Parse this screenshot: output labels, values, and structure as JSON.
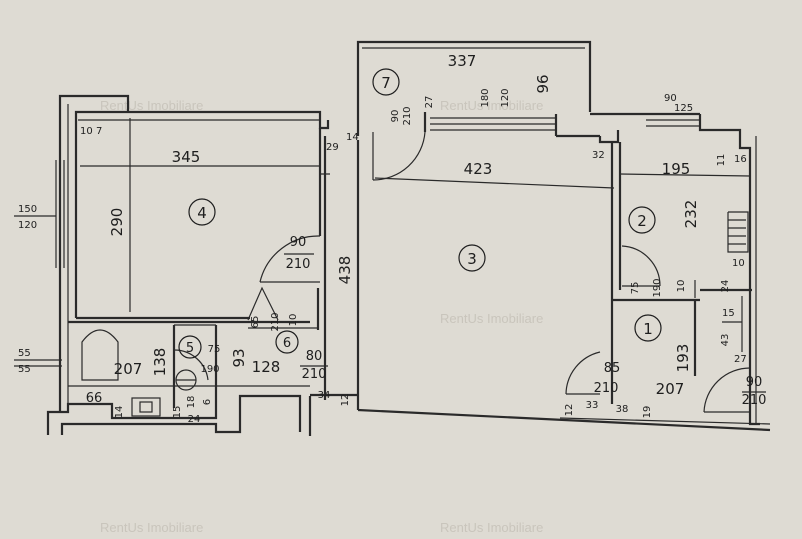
{
  "watermark": "RentUs Imobiliare",
  "rooms": {
    "r1": "1",
    "r2": "2",
    "r3": "3",
    "r4": "4",
    "r5": "5",
    "r6": "6",
    "r7": "7"
  },
  "dims": {
    "balcony_len": "337",
    "balcony_w": "96",
    "door7_w": "90",
    "door7_h": "210",
    "d27": "27",
    "d180": "180",
    "d120": "120",
    "w90_top": "90",
    "w125": "125",
    "d10": "10",
    "d7": "7",
    "r4_len": "345",
    "d29": "29",
    "d14": "14",
    "r3_len": "423",
    "d32": "32",
    "r2_len": "195",
    "d11": "11",
    "d16": "16",
    "win150": "150",
    "win120": "120",
    "r4_h": "290",
    "r2_h": "232",
    "door4_w": "90",
    "door4_h": "210",
    "r3_h": "438",
    "d10b": "10",
    "d24": "24",
    "door2_w": "75",
    "door2_h": "190",
    "d10c": "10",
    "d15": "15",
    "d43": "43",
    "d65": "65",
    "d210a": "210",
    "d10d": "10",
    "d55a": "55",
    "d55b": "55",
    "r5_len": "207",
    "r5_h": "138",
    "door5_w": "75",
    "door5_h": "190",
    "d93": "93",
    "r6_len": "128",
    "door6_w": "80",
    "door6_h": "210",
    "r1_h": "193",
    "d27b": "27",
    "door1_w": "85",
    "door1_h": "210",
    "r1_len": "207",
    "doorE_w": "90",
    "doorE_h": "210",
    "d66": "66",
    "d14b": "14",
    "d15b": "15",
    "d18": "18",
    "d24b": "24",
    "d6": "6",
    "d34": "34",
    "d12": "12",
    "d12b": "12",
    "d33": "33",
    "d38": "38",
    "d19": "19"
  }
}
